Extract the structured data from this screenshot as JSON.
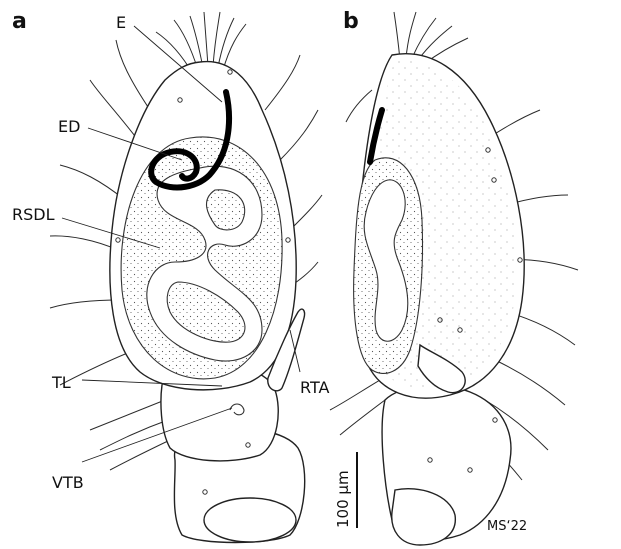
{
  "panels": [
    {
      "id": "a",
      "letter": "a"
    },
    {
      "id": "b",
      "letter": "b"
    }
  ],
  "labels": {
    "E": "E",
    "ED": "ED",
    "RSDL": "RSDL",
    "TL": "TL",
    "VTB": "VTB",
    "RTA": "RTA"
  },
  "scale_bar": {
    "text": "100 µm",
    "value": 100,
    "unit": "µm"
  },
  "credit": "MS‘22"
}
